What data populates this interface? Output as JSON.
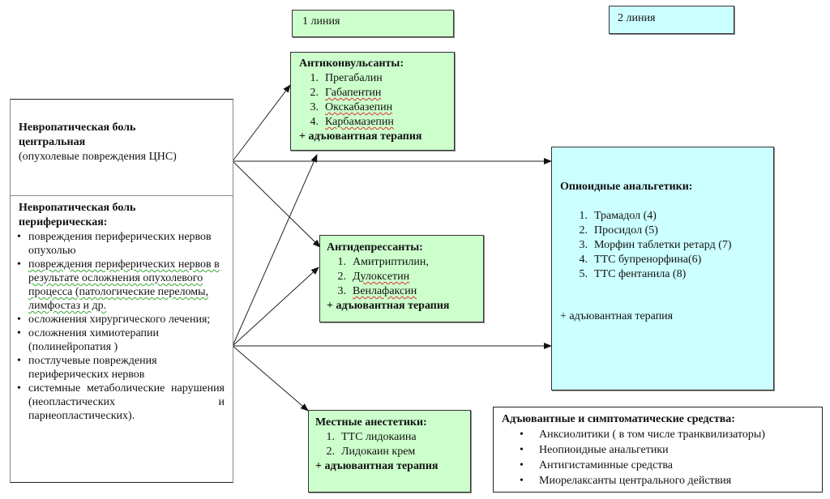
{
  "headers": {
    "line1": "1 линия",
    "line2": "2 линия"
  },
  "central": {
    "title_line1": "Невропатическая боль",
    "title_line2": "центральная",
    "subtitle": "(опухолевые повреждения ЦНС)"
  },
  "peripheral": {
    "title_line1": "Невропатическая боль",
    "title_line2": "периферическая:",
    "items": [
      "повреждения периферических нервов опухолью",
      "повреждения периферических нервов в результате осложнения опухолевого процесса (патологические переломы, лимфостаз и др.",
      "осложнения хирургического лечения;",
      "осложнения химиотерапии (полинейропатия )",
      "постлучевые повреждения периферических нервов",
      "системные метаболические нарушения (неопластических и парнеопластических)."
    ]
  },
  "anticonvulsants": {
    "title": "Антиконвульсанты:",
    "items": [
      "Прегабалин",
      "Габапентин",
      "Окскабазепин",
      "Карбамазепин"
    ],
    "footer": "+ адъювантная терапия"
  },
  "antidepressants": {
    "title": "Антидепрессанты:",
    "items": [
      "Амитриптилин,",
      "Дулоксетин",
      "Венлафаксин"
    ],
    "footer": "+ адъювантная терапия"
  },
  "local_anesthetics": {
    "title": "Местные анестетики:",
    "items": [
      "ТТС лидокаина",
      "Лидокаин крем"
    ],
    "footer": "+ адъювантная терапия"
  },
  "opioids": {
    "title": "Опиоидные анальгетики:",
    "items": [
      "Трамадол (4)",
      "Просидол (5)",
      "Морфин таблетки ретард (7)",
      "ТТС бупренорфина(6)",
      "ТТС фентанила (8)"
    ],
    "footer": "+ адъювантная терапия"
  },
  "adjuvants": {
    "title": "Адъювантные и симптоматические средства:",
    "items": [
      "Анксиолитики ( в том числе транквилизаторы)",
      "Неопиоидные анальгетики",
      "Антигистаминные средства",
      "Миорелаксанты центрального действия"
    ]
  },
  "colors": {
    "first_line": "#ccffcc",
    "second_line": "#ccffff",
    "border": "#222222"
  }
}
